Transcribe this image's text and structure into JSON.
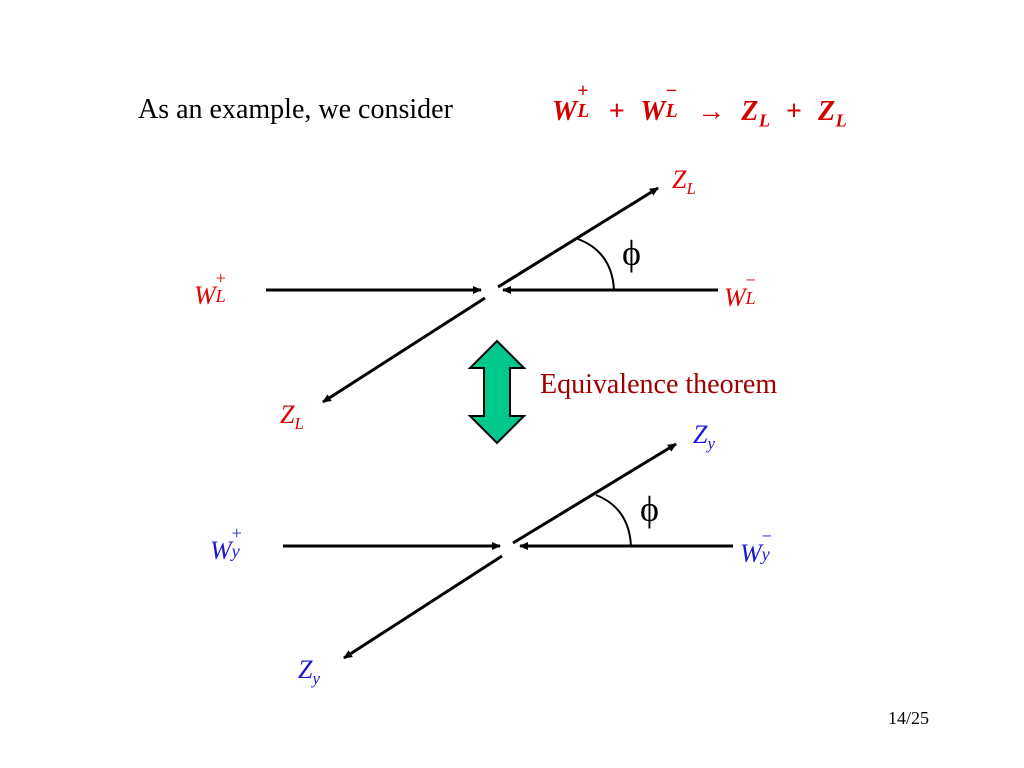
{
  "intro_text": "As an example, we consider",
  "reaction": {
    "lhs": "W_L^+ + W_L^-",
    "arrow": "→",
    "rhs": "Z_L + Z_L"
  },
  "top_diagram": {
    "left_label": {
      "base": "W",
      "sub": "L",
      "sup": "+"
    },
    "right_label": {
      "base": "W",
      "sub": "L",
      "sup": "−"
    },
    "out_upper": {
      "base": "Z",
      "sub": "L"
    },
    "out_lower": {
      "base": "Z",
      "sub": "L"
    },
    "angle_symbol": "ϕ"
  },
  "equivalence_label": "Equivalence theorem",
  "bottom_diagram": {
    "left_label": {
      "base": "W",
      "sub": "y",
      "sup": "+"
    },
    "right_label": {
      "base": "W",
      "sub": "y",
      "sup": "−"
    },
    "out_upper": {
      "base": "Z",
      "sub": "y"
    },
    "out_lower": {
      "base": "Z",
      "sub": "y"
    },
    "angle_symbol": "ϕ"
  },
  "page_number": "14/25",
  "colors": {
    "reaction": "#d40000",
    "top_labels": "#e00000",
    "bottom_labels": "#1a1ad6",
    "equivalence_text": "#a00000",
    "double_arrow_fill": "#00c88c"
  }
}
